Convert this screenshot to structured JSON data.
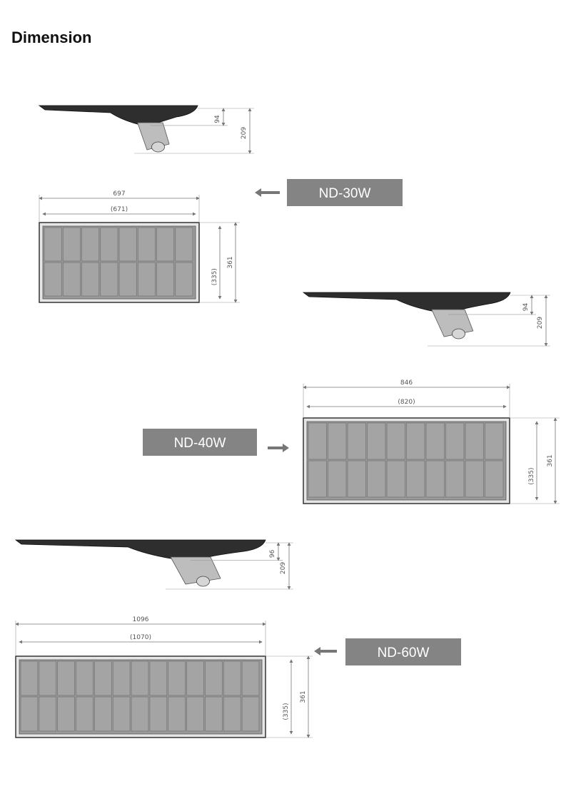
{
  "title": "Dimension",
  "colors": {
    "label_bg": "#848484",
    "label_text": "#ffffff",
    "panel_fill": "#9b9b9b",
    "housing": "#2e2e2e"
  },
  "models": [
    {
      "label": "ND-30W",
      "length": "697",
      "panel_length": "(671)",
      "width": "361",
      "panel_width": "(335)",
      "side_height": "94",
      "total_height": "209",
      "panel_cols": 8
    },
    {
      "label": "ND-40W",
      "length": "846",
      "panel_length": "(820)",
      "width": "361",
      "panel_width": "(335)",
      "side_height": "94",
      "total_height": "209",
      "panel_cols": 10
    },
    {
      "label": "ND-60W",
      "length": "1096",
      "panel_length": "(1070)",
      "width": "361",
      "panel_width": "(335)",
      "side_height": "96",
      "total_height": "209",
      "panel_cols": 13
    }
  ]
}
